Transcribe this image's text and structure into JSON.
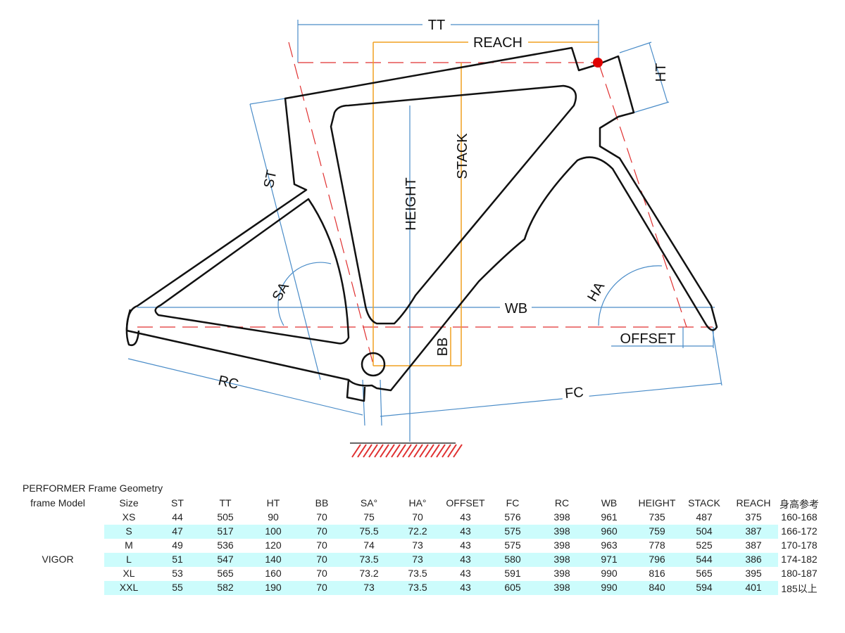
{
  "diagram": {
    "labels": {
      "tt": "TT",
      "reach": "REACH",
      "ht": "HT",
      "st": "ST",
      "stack": "STACK",
      "height": "HEIGHT",
      "sa": "SA",
      "ha": "HA",
      "wb": "WB",
      "offset": "OFFSET",
      "bb": "BB",
      "rc": "RC",
      "fc": "FC"
    },
    "colors": {
      "frame": "#111111",
      "dimension": "#4a8cc8",
      "reach_stack": "#f0a020",
      "centerline": "#e03030",
      "marker": "#e00000"
    }
  },
  "table": {
    "title": "PERFORMER  Frame Geometry",
    "headers": [
      "frame Model",
      "Size",
      "ST",
      "TT",
      "HT",
      "BB",
      "SA°",
      "HA°",
      "OFFSET",
      "FC",
      "RC",
      "WB",
      "HEIGHT",
      "STACK",
      "REACH",
      "身高参考"
    ],
    "model": "VIGOR",
    "rows": [
      [
        "XS",
        "44",
        "505",
        "90",
        "70",
        "75",
        "70",
        "43",
        "576",
        "398",
        "961",
        "735",
        "487",
        "375",
        "160-168"
      ],
      [
        "S",
        "47",
        "517",
        "100",
        "70",
        "75.5",
        "72.2",
        "43",
        "575",
        "398",
        "960",
        "759",
        "504",
        "387",
        "166-172"
      ],
      [
        "M",
        "49",
        "536",
        "120",
        "70",
        "74",
        "73",
        "43",
        "575",
        "398",
        "963",
        "778",
        "525",
        "387",
        "170-178"
      ],
      [
        "L",
        "51",
        "547",
        "140",
        "70",
        "73.5",
        "73",
        "43",
        "580",
        "398",
        "971",
        "796",
        "544",
        "386",
        "174-182"
      ],
      [
        "XL",
        "53",
        "565",
        "160",
        "70",
        "73.2",
        "73.5",
        "43",
        "591",
        "398",
        "990",
        "816",
        "565",
        "395",
        "180-187"
      ],
      [
        "XXL",
        "55",
        "582",
        "190",
        "70",
        "73",
        "73.5",
        "43",
        "605",
        "398",
        "990",
        "840",
        "594",
        "401",
        "185以上"
      ]
    ]
  }
}
